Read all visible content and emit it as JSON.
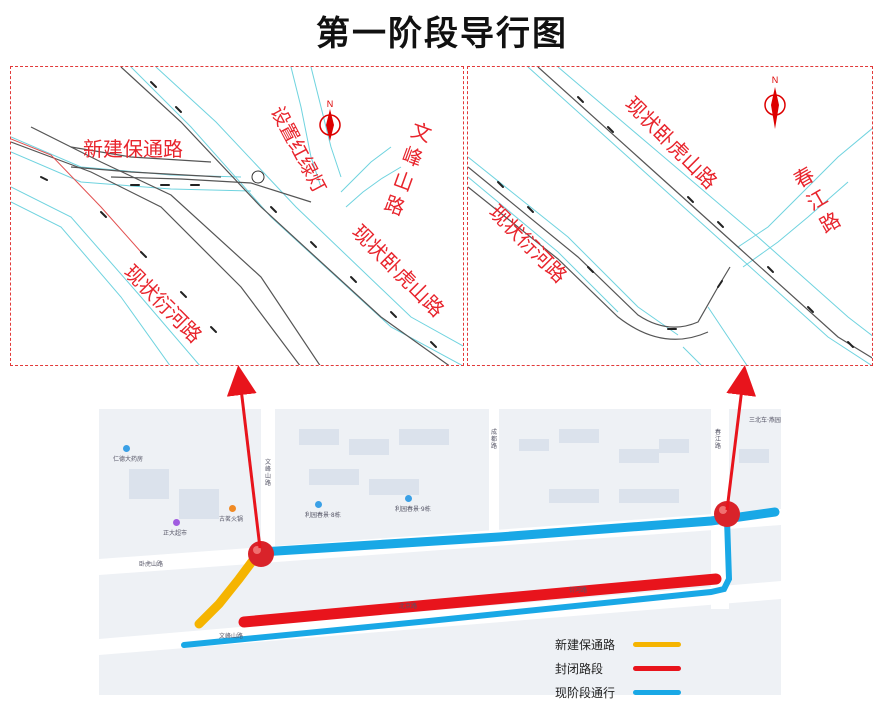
{
  "title": "第一阶段导行图",
  "left_panel": {
    "labels": {
      "new_road": "新建保通路",
      "traffic_light": "设置红绿灯",
      "wenfeng": "文峰山路",
      "wohushan": "现状卧虎山路",
      "xuhe": "现状衍河路"
    }
  },
  "right_panel": {
    "labels": {
      "wohushan": "现状卧虎山路",
      "chunjiang": "春江路",
      "xuhe": "现状衍河路"
    }
  },
  "compass": {
    "letter": "N"
  },
  "legend": [
    {
      "label": "新建保通路",
      "color": "#f5b400"
    },
    {
      "label": "封闭路段",
      "color": "#e8141c"
    },
    {
      "label": "现阶段通行",
      "color": "#19a8e6"
    }
  ],
  "colors": {
    "annotation_red": "#e8242c",
    "road_cyan": "#6fd3df",
    "pin": "#d9232a"
  },
  "map_labels": {
    "poi1": "仁德大药房",
    "poi2": "正大超市",
    "poi3": "古茗火锅",
    "poi4": "利园春景·8栋",
    "poi5": "利园春景·9栋",
    "poi6": "卧虎山路",
    "poi7": "文峰山路",
    "poi8": "北京路",
    "poi9": "衍河路",
    "poi10": "三北车·燕园",
    "road_v": "文峰山路",
    "road_v2": "成都路",
    "road_v3": "春江路"
  }
}
